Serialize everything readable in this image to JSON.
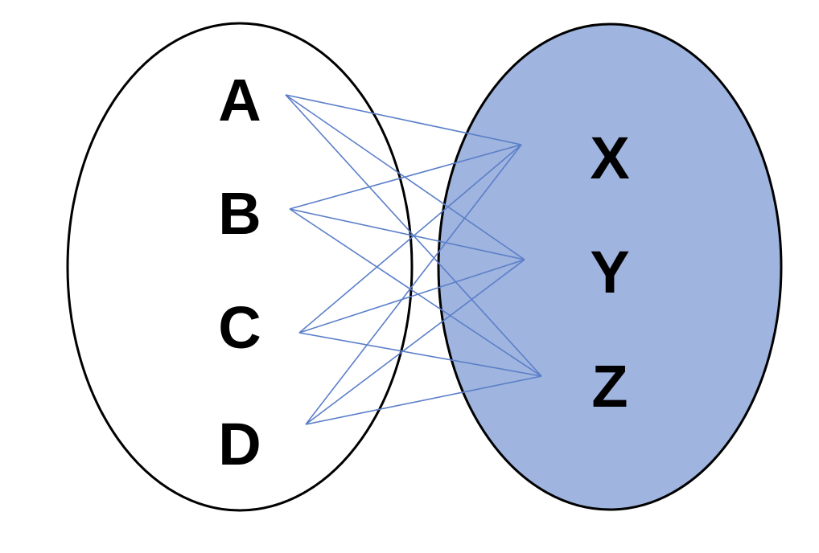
{
  "colors": {
    "background": "#ffffff",
    "set_outline": "#000000",
    "codomain_fill": "#9fb4de",
    "domain_fill": "#ffffff",
    "mapping_line": "#5b7fc9",
    "label": "#000000"
  },
  "domain_set": {
    "elements": [
      {
        "id": "A",
        "label": "A"
      },
      {
        "id": "B",
        "label": "B"
      },
      {
        "id": "C",
        "label": "C"
      },
      {
        "id": "D",
        "label": "D"
      }
    ]
  },
  "codomain_set": {
    "elements": [
      {
        "id": "X",
        "label": "X"
      },
      {
        "id": "Y",
        "label": "Y"
      },
      {
        "id": "Z",
        "label": "Z"
      }
    ]
  },
  "mappings": [
    {
      "from": "A",
      "to": "X"
    },
    {
      "from": "A",
      "to": "Y"
    },
    {
      "from": "A",
      "to": "Z"
    },
    {
      "from": "B",
      "to": "X"
    },
    {
      "from": "B",
      "to": "Y"
    },
    {
      "from": "B",
      "to": "Z"
    },
    {
      "from": "C",
      "to": "X"
    },
    {
      "from": "C",
      "to": "Y"
    },
    {
      "from": "C",
      "to": "Z"
    },
    {
      "from": "D",
      "to": "X"
    },
    {
      "from": "D",
      "to": "Y"
    },
    {
      "from": "D",
      "to": "Z"
    }
  ]
}
